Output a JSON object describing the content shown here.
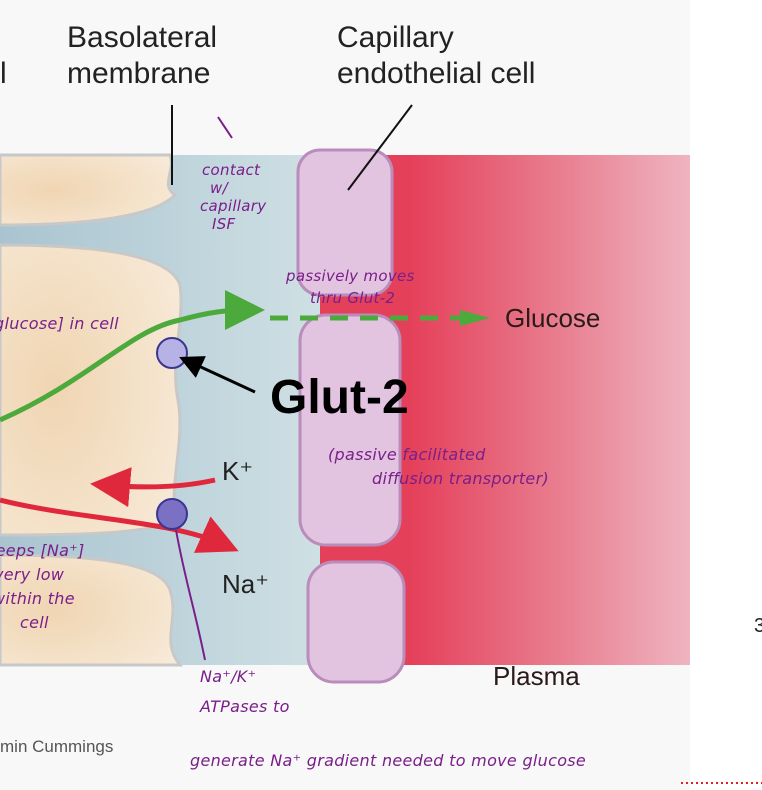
{
  "figure": {
    "labels": {
      "left_partial": "l",
      "basolateral_line1": "Basolateral",
      "basolateral_line2": "membrane",
      "capillary_line1": "Capillary",
      "capillary_line2": "endothelial  cell",
      "glucose": "Glucose",
      "glut2": "Glut-2",
      "k_ion": "K⁺",
      "na_ion": "Na⁺",
      "plasma": "Plasma",
      "credit": "min Cummings",
      "page_mark": "3"
    },
    "annotations": {
      "contact": [
        "contact",
        "w/",
        "capillary",
        "ISF"
      ],
      "glucose_in_cell": "glucose] in cell",
      "passively": [
        "passively moves",
        "thru Glut-2"
      ],
      "passive_facilitated": [
        "(passive facilitated",
        "diffusion transporter)"
      ],
      "keeps_na": [
        "keeps [Na⁺]",
        "very low",
        "within the",
        "cell"
      ],
      "pump": [
        "Na⁺/K⁺",
        "ATPases to"
      ],
      "bottom_line": "generate Na⁺ gradient  needed to move glucose"
    },
    "colors": {
      "cell_cytoplasm": "#f3e2c8",
      "isf": "#bcd4dc",
      "endothelial": "#e2c4e0",
      "plasma_dark": "#e5405a",
      "plasma_light": "#efb4c0",
      "glucose_arrow": "#4caa3c",
      "ion_arrow": "#e0283c",
      "glut_transporter": "#b6b2e6",
      "pump": "#7a70c4",
      "ink": "#7a1e8a"
    }
  }
}
